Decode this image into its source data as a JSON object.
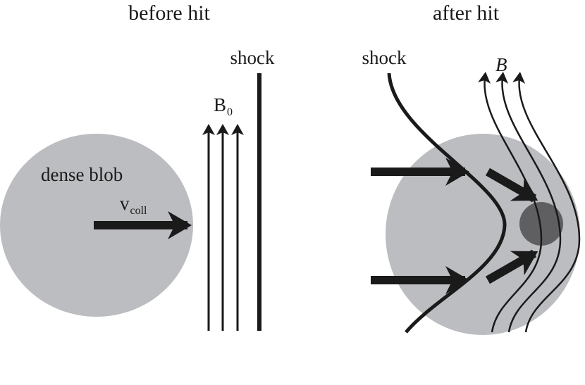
{
  "panels": {
    "left": {
      "title": "before hit",
      "blob_label": "dense blob",
      "velocity_symbol": "v",
      "velocity_subscript": "coll",
      "field_symbol": "B",
      "field_subscript": "0",
      "shock_label": "shock"
    },
    "right": {
      "title": "after hit",
      "shock_label": "shock",
      "field_symbol": "B"
    }
  },
  "colors": {
    "blob": "#bcbdc0",
    "core": "#5f5f61",
    "ink": "#1a1a1a"
  }
}
